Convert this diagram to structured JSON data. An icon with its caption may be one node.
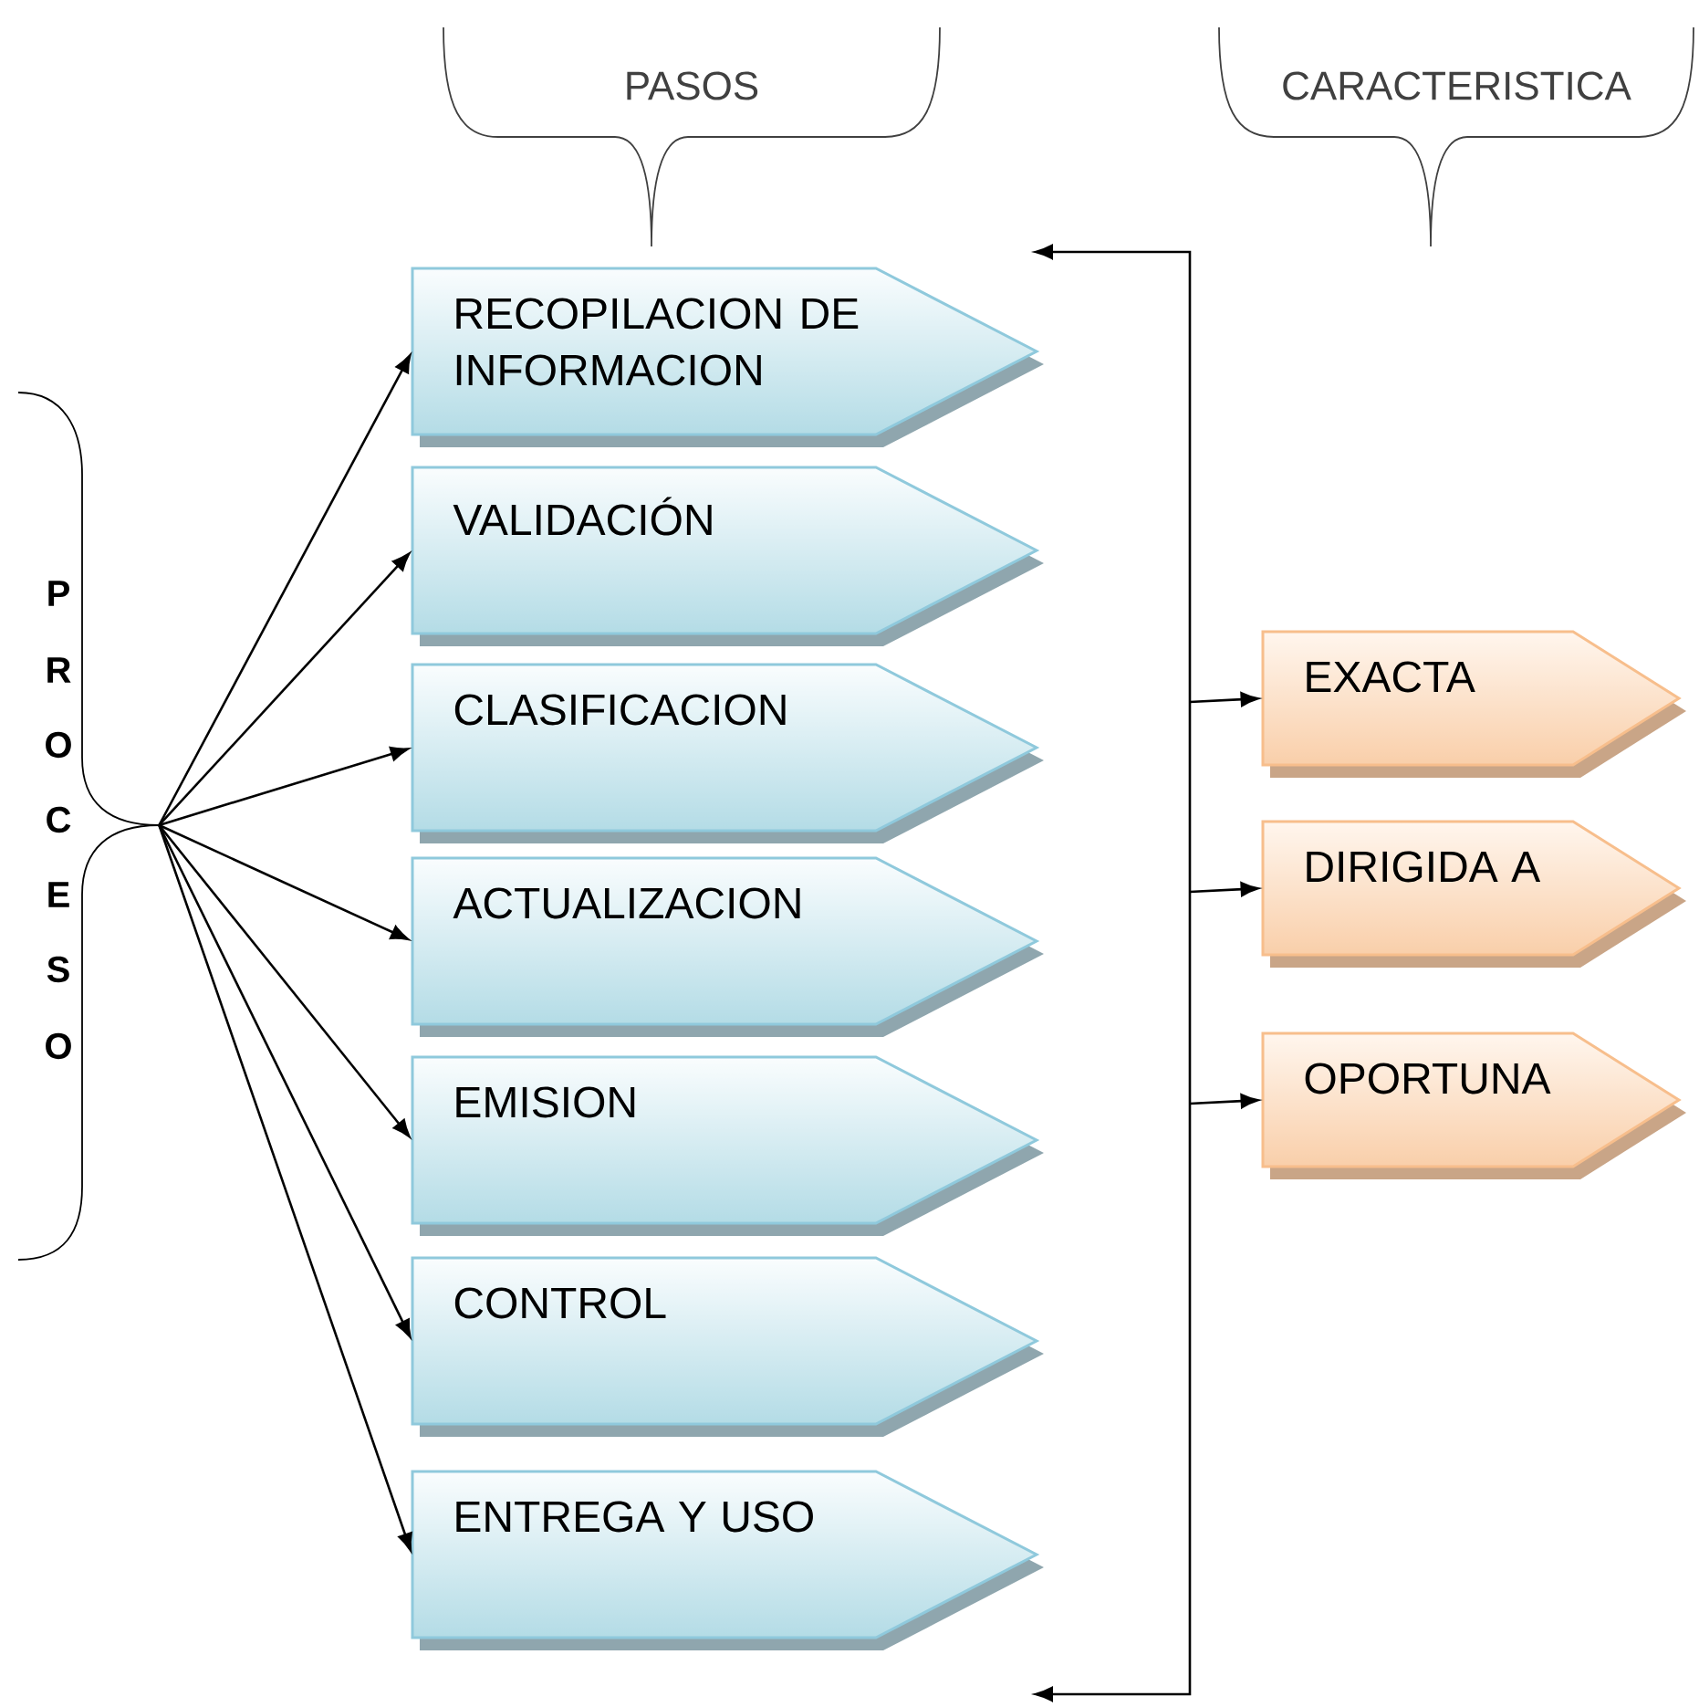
{
  "diagram": {
    "nodes": [
      {
        "text": [
          "RECOPILACION DE INFORMACION"
        ]
      },
      {
        "text": [
          "VALIDACIÓN"
        ]
      },
      {
        "text": [
          "CLASIFICACION"
        ]
      },
      {
        "text": [
          "ACTUALIZACION"
        ]
      },
      {
        "text": [
          "EMISION"
        ]
      },
      {
        "text": [
          "CONTROL"
        ]
      },
      {
        "text": [
          "ENTREGA Y USO"
        ]
      },
      {
        "text": [
          "EXACTA"
        ]
      },
      {
        "text": [
          "DIRIGIDA A"
        ]
      },
      {
        "text": [
          "OPORTUNA"
        ]
      },
      {
        "text": [],
        "shape": "brace"
      }
    ],
    "edges": [
      {
        "from": 10,
        "to": 0,
        "arrow": "to"
      },
      {
        "from": 10,
        "to": 1,
        "arrow": "to"
      },
      {
        "from": 10,
        "to": 2,
        "arrow": "to"
      },
      {
        "from": 10,
        "to": 3,
        "arrow": "to"
      },
      {
        "from": 10,
        "to": 4,
        "arrow": "to"
      },
      {
        "from": 10,
        "to": 5,
        "arrow": "to"
      },
      {
        "from": 10,
        "to": 6,
        "arrow": "to"
      },
      {
        "from": null,
        "to": 7,
        "arrow": "to"
      },
      {
        "from": null,
        "to": 8,
        "arrow": "to"
      },
      {
        "from": null,
        "to": 9,
        "arrow": "to"
      }
    ],
    "labels": [
      "PASOS",
      "CARACTERISTICA",
      "P",
      "R",
      "O",
      "C",
      "E",
      "S",
      "O"
    ]
  }
}
